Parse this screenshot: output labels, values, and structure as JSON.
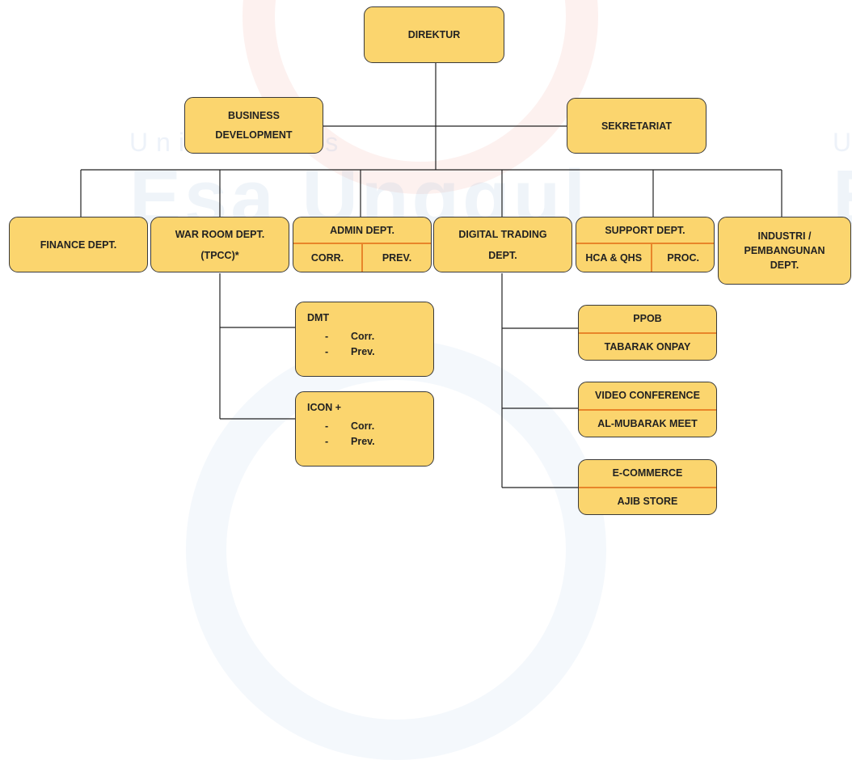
{
  "watermark": {
    "line1": "Universitas",
    "line2": "Esa Unggul"
  },
  "org": {
    "direktur": "DIREKTUR",
    "business_development": [
      "BUSINESS",
      "DEVELOPMENT"
    ],
    "sekretariat": "SEKRETARIAT",
    "finance": "FINANCE DEPT.",
    "war_room": [
      "WAR ROOM DEPT.",
      "(TPCC)*"
    ],
    "admin": {
      "title": "ADMIN DEPT.",
      "sub": [
        "CORR.",
        "PREV."
      ]
    },
    "digital_trading": [
      "DIGITAL TRADING",
      "DEPT."
    ],
    "support": {
      "title": "SUPPORT DEPT.",
      "sub": [
        "HCA & QHS",
        "PROC."
      ]
    },
    "industri": [
      "INDUSTRI /",
      "PEMBANGUNAN",
      "DEPT."
    ],
    "dmt": {
      "title": "DMT",
      "items": [
        "Corr.",
        "Prev."
      ]
    },
    "icon_plus": {
      "title": "ICON +",
      "items": [
        "Corr.",
        "Prev."
      ]
    },
    "ppob": [
      "PPOB",
      "TABARAK ONPAY"
    ],
    "video_conference": [
      "VIDEO CONFERENCE",
      "AL-MUBARAK MEET"
    ],
    "ecommerce": [
      "E-COMMERCE",
      "AJIB STORE"
    ],
    "dash": "-"
  }
}
